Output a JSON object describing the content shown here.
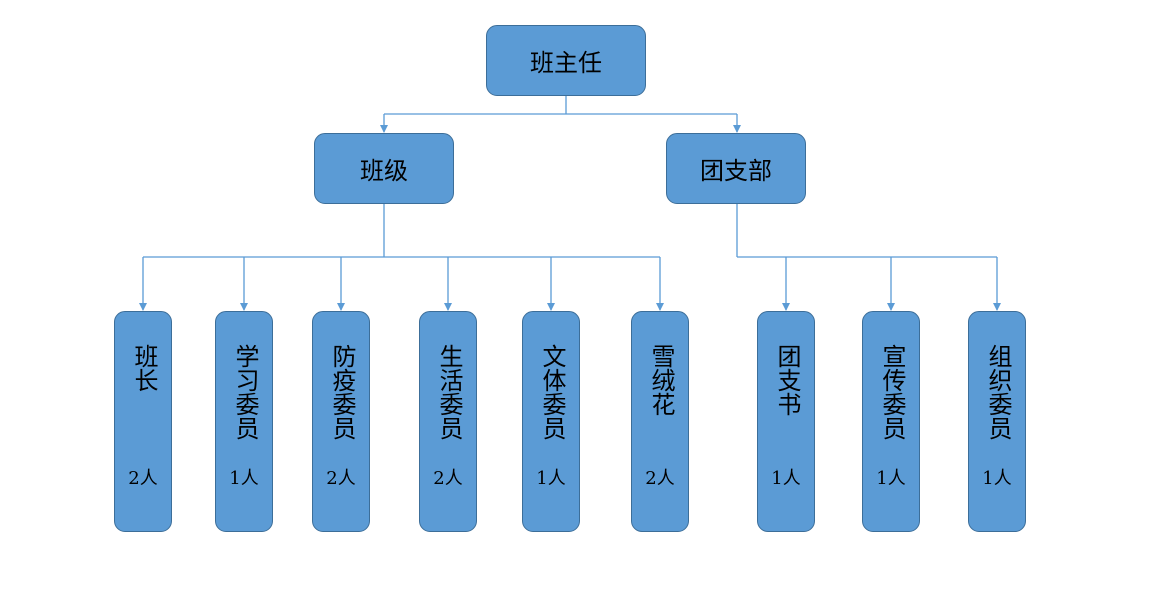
{
  "diagram": {
    "root": {
      "label": "班主任"
    },
    "branches": [
      {
        "label": "班级",
        "roles": [
          {
            "label": "班长",
            "count": "2人"
          },
          {
            "label": "学习委员",
            "count": "1人"
          },
          {
            "label": "防疫委员",
            "count": "2人"
          },
          {
            "label": "生活委员",
            "count": "2人"
          },
          {
            "label": "文体委员",
            "count": "1人"
          },
          {
            "label": "雪绒花",
            "count": "2人"
          }
        ]
      },
      {
        "label": "团支部",
        "roles": [
          {
            "label": "团支书",
            "count": "1人"
          },
          {
            "label": "宣传委员",
            "count": "1人"
          },
          {
            "label": "组织委员",
            "count": "1人"
          }
        ]
      }
    ],
    "colors": {
      "node_fill": "#5b9bd5",
      "node_border": "#3c6e99",
      "connector": "#5b9bd5"
    }
  }
}
